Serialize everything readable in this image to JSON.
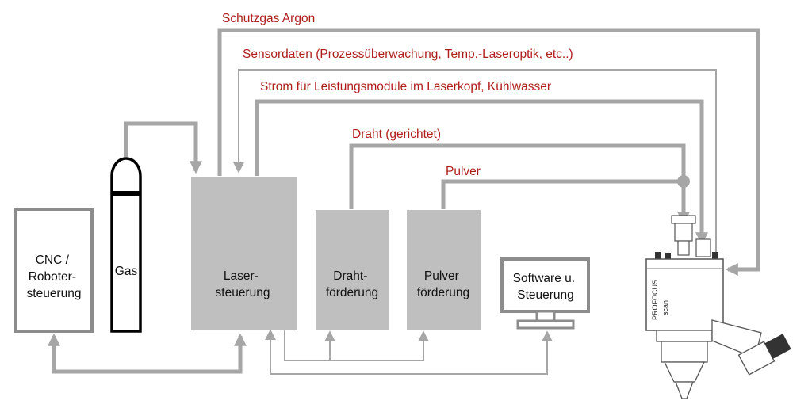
{
  "connections": {
    "argon": "Schutzgas Argon",
    "sensor": "Sensordaten (Prozessüberwachung, Temp.-Laseroptik, etc..)",
    "power": "Strom für Leistungsmodule im Laserkopf, Kühlwasser",
    "wire": "Draht (gerichtet)",
    "powder": "Pulver"
  },
  "components": {
    "cnc": [
      "CNC /",
      "Roboter-",
      "steuerung"
    ],
    "gas": "Gas",
    "laser": [
      "Laser-",
      "steuerung"
    ],
    "wire_feed": [
      "Draht-",
      "förderung"
    ],
    "powder_feed": [
      "Pulver",
      "förderung"
    ],
    "software": [
      "Software u.",
      "Steuerung"
    ]
  },
  "laserhead": {
    "brand_1": "PRO",
    "brand_2": "FOCUS",
    "brand_3": "scan"
  },
  "colors": {
    "line": "#a6a6a6",
    "box_fill": "#bfbfbf",
    "label_red": "#b01c1c"
  }
}
